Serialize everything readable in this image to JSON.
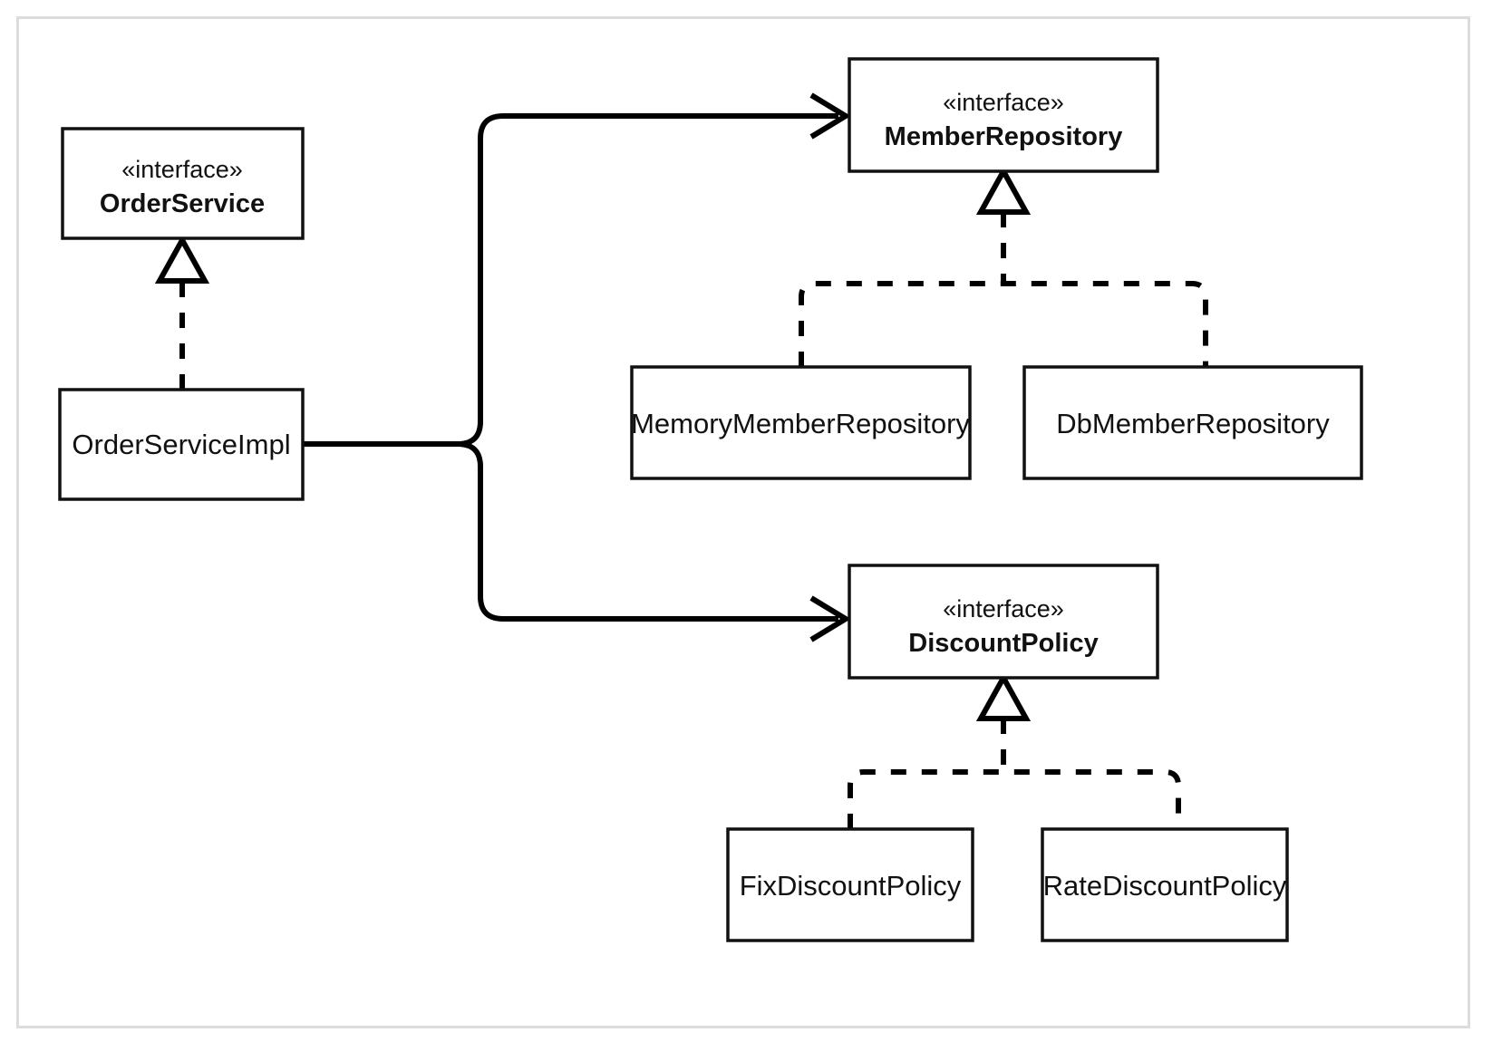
{
  "diagram": {
    "title": "UML class diagram - Order service with member repository and discount policy",
    "frame_color": "#dcdcdc",
    "line_color": "#000000",
    "box_fill": "#ffffff",
    "stereotype_label": "«interface»",
    "interfaces": [
      {
        "id": "order-service",
        "stereotype": "«interface»",
        "name": "OrderService"
      },
      {
        "id": "member-repository",
        "stereotype": "«interface»",
        "name": "MemberRepository"
      },
      {
        "id": "discount-policy",
        "stereotype": "«interface»",
        "name": "DiscountPolicy"
      }
    ],
    "classes": [
      {
        "id": "order-service-impl",
        "name": "OrderServiceImpl"
      },
      {
        "id": "memory-member-repository",
        "name": "MemoryMemberRepository"
      },
      {
        "id": "db-member-repository",
        "name": "DbMemberRepository"
      },
      {
        "id": "fix-discount-policy",
        "name": "FixDiscountPolicy"
      },
      {
        "id": "rate-discount-policy",
        "name": "RateDiscountPolicy"
      }
    ],
    "relationships": [
      {
        "type": "realization",
        "from": "OrderServiceImpl",
        "to": "OrderService"
      },
      {
        "type": "realization",
        "from": "MemoryMemberRepository",
        "to": "MemberRepository"
      },
      {
        "type": "realization",
        "from": "DbMemberRepository",
        "to": "MemberRepository"
      },
      {
        "type": "realization",
        "from": "FixDiscountPolicy",
        "to": "DiscountPolicy"
      },
      {
        "type": "realization",
        "from": "RateDiscountPolicy",
        "to": "DiscountPolicy"
      },
      {
        "type": "association",
        "from": "OrderServiceImpl",
        "to": "MemberRepository"
      },
      {
        "type": "association",
        "from": "OrderServiceImpl",
        "to": "DiscountPolicy"
      }
    ]
  }
}
